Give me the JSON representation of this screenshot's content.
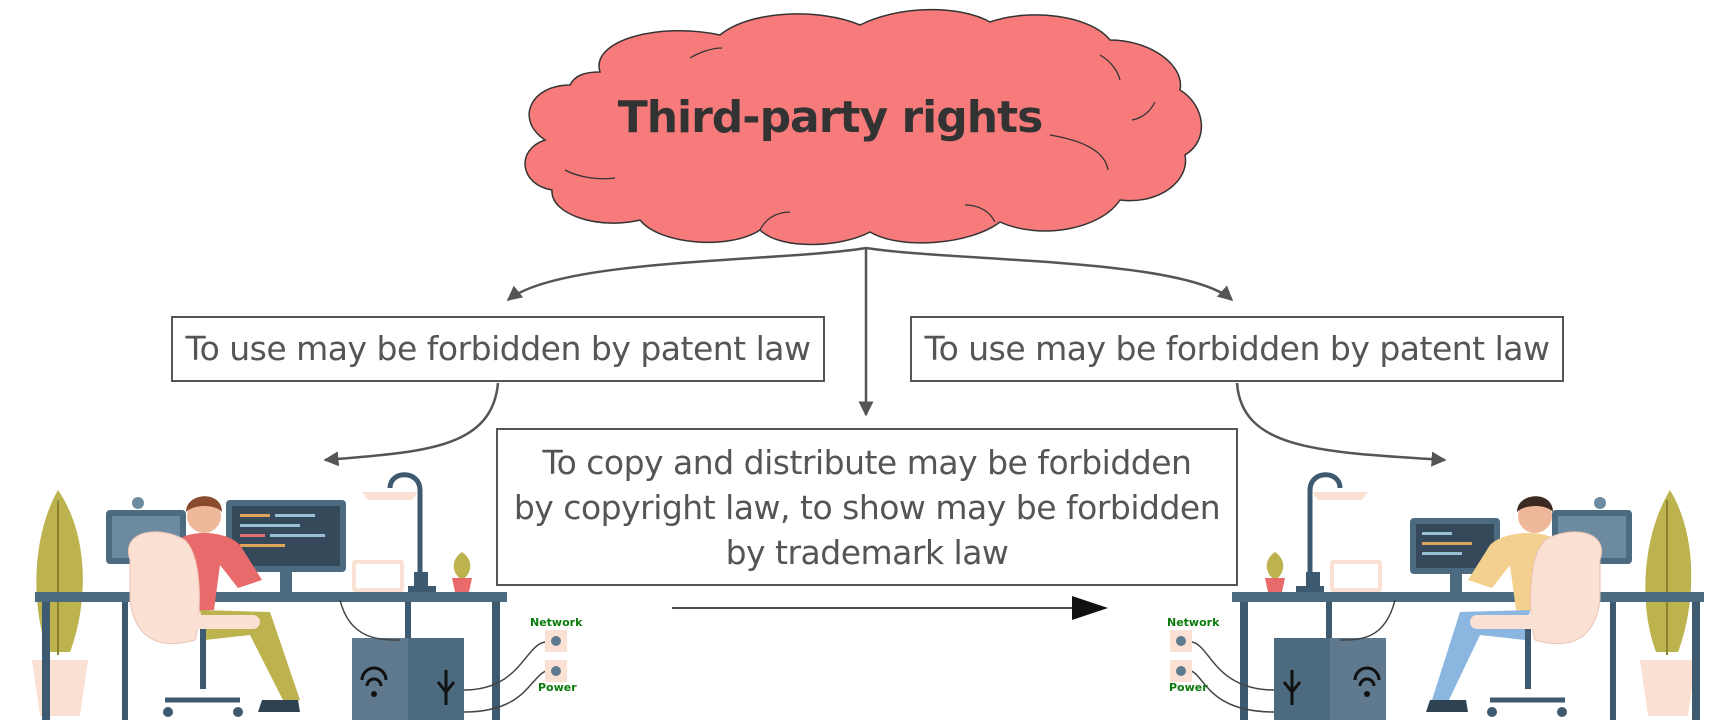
{
  "title": "Third-party rights",
  "boxes": {
    "left": "To use may be forbidden by patent law",
    "right": "To use may be forbidden by patent law",
    "center_lines": [
      "To copy and distribute may be forbidden",
      "by copyright law, to show may be forbidden",
      "by trademark law"
    ]
  },
  "left_computer": {
    "network_label": "Network",
    "power_label": "Power"
  },
  "right_computer": {
    "network_label": "Network",
    "power_label": "Power"
  },
  "colors": {
    "cloud": "#f87b7b",
    "box_border": "#555555",
    "arrow": "#555555",
    "label_green": "#0a7a0a"
  }
}
